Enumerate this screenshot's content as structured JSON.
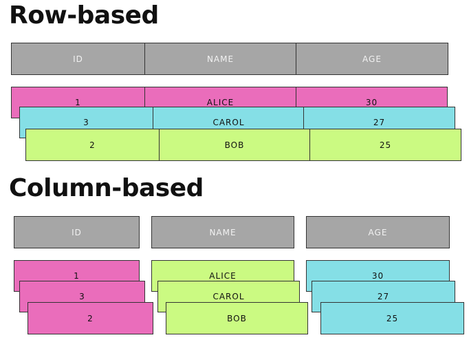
{
  "row_section": {
    "title": "Row-based",
    "headers": [
      "ID",
      "NAME",
      "AGE"
    ],
    "rows": [
      {
        "id": "1",
        "name": "ALICE",
        "age": "30",
        "color": "#ea6dbb"
      },
      {
        "id": "3",
        "name": "CAROL",
        "age": "27",
        "color": "#85dfe6"
      },
      {
        "id": "2",
        "name": "BOB",
        "age": "25",
        "color": "#cbfa82"
      }
    ]
  },
  "column_section": {
    "title": "Column-based",
    "headers": [
      "ID",
      "NAME",
      "AGE"
    ],
    "columns": [
      {
        "values": [
          "1",
          "3",
          "2"
        ],
        "color": "#ea6dbb"
      },
      {
        "values": [
          "ALICE",
          "CAROL",
          "BOB"
        ],
        "color": "#cbfa82"
      },
      {
        "values": [
          "30",
          "27",
          "25"
        ],
        "color": "#85dfe6"
      }
    ]
  }
}
